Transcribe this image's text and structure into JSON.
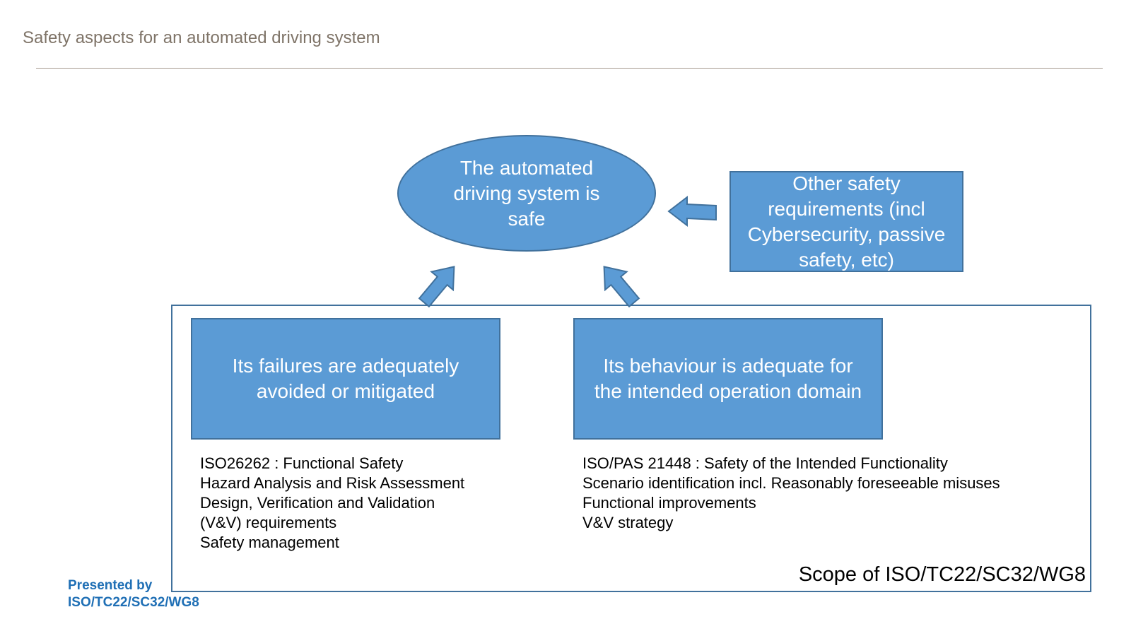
{
  "slide": {
    "title": "Safety aspects for an automated driving system"
  },
  "diagram": {
    "goal": "The automated\ndriving  system is\nsafe",
    "other_requirements": "Other safety\nrequirements (incl\nCybersecurity, passive\nsafety, etc)",
    "failures_box": "Its failures are adequately\navoided or mitigated",
    "behaviour_box": "Its behaviour is adequate for\nthe intended operation domain",
    "scope_label": "Scope of ISO/TC22/SC32/WG8",
    "failures_notes": [
      "ISO26262 : Functional Safety",
      "Hazard Analysis and Risk Assessment",
      "Design, Verification and Validation",
      "(V&V) requirements",
      "Safety management"
    ],
    "behaviour_notes": [
      "ISO/PAS 21448 : Safety of the Intended Functionality",
      "Scenario identification incl. Reasonably foreseeable misuses",
      "Functional improvements",
      "V&V strategy"
    ]
  },
  "footer": {
    "presented_line1": "Presented by",
    "presented_line2": "ISO/TC22/SC32/WG8"
  },
  "colors": {
    "box_fill": "#5b9bd5",
    "box_border": "#41719c",
    "title_text": "#7f7468",
    "presented_text": "#1f6fb5"
  }
}
